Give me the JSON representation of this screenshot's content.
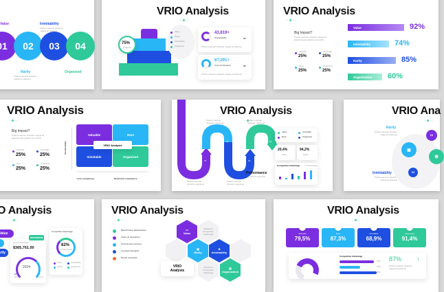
{
  "colors": {
    "purple": "#7b2ee0",
    "sky": "#29b6f6",
    "blue": "#1e4fe0",
    "teal": "#2fc99a",
    "bg": "#d9d9d9"
  },
  "slides": {
    "s1": {
      "items": [
        {
          "num": "01",
          "label": "Value",
          "color": "#7b2ee0"
        },
        {
          "num": "02",
          "label": "Rarity",
          "color": "#29b6f6"
        },
        {
          "num": "03",
          "label": "Inimitability",
          "color": "#1e4fe0"
        },
        {
          "num": "04",
          "label": "Organized",
          "color": "#2fc99a"
        }
      ],
      "desc": "Pretium aenean pharetra magna ac placerat"
    },
    "s2": {
      "title": "VRIO Analysis",
      "gauge": "75%",
      "gauge_sub": "Progress",
      "legend": [
        "Value",
        "Rarity",
        "Inimitability",
        "Organized"
      ],
      "cards": [
        {
          "value": "43,819+",
          "label": "Sustainability",
          "sub": "Performance",
          "ring": "25",
          "side": "25°",
          "desc": "Pretium aenean pharetra magna ac placerat"
        },
        {
          "value": "87,291+",
          "label": "Core Competency",
          "sub": "Performance",
          "ring": "50",
          "side": "90°",
          "desc": "Pretium aenean pharetra magna ac placerat"
        }
      ]
    },
    "s3": {
      "title": "VRIO Analysis",
      "heading": "Big Impact?",
      "desc": "Pretium aenean pharetra magna ac placerat eget gravida cum sociis",
      "stats": [
        {
          "label": "Valuable",
          "value": "25%"
        },
        {
          "label": "Inimitable",
          "value": "25%"
        },
        {
          "label": "Rare",
          "value": "25%"
        },
        {
          "label": "Organized",
          "value": "25%"
        }
      ],
      "bars": [
        {
          "label": "Value",
          "pct": "92%"
        },
        {
          "label": "Inimitability",
          "pct": "74%"
        },
        {
          "label": "Rarity",
          "pct": "85%"
        },
        {
          "label": "Organization",
          "pct": "60%"
        }
      ]
    },
    "s4": {
      "title": "VRIO Analysis",
      "heading": "Big Impact?",
      "desc": "Pretium aenean pharetra magna ac placerat eget gravida cum sociis",
      "stats": [
        {
          "label": "Valuable",
          "value": "25%"
        },
        {
          "label": "Inimitable",
          "value": "25%"
        },
        {
          "label": "Rare",
          "value": "25%"
        },
        {
          "label": "Organized",
          "value": "25%"
        }
      ],
      "matrix": [
        "Valuable",
        "Rare",
        "Inimitable",
        "Organized"
      ],
      "center": "VRIO Analysis",
      "yaxis": "Sustainability",
      "xaxis": [
        "Core competency",
        "Distinctive competency"
      ]
    },
    "s5": {
      "title": "VRIO Analysis",
      "steps": [
        "01",
        "02",
        "03",
        "04"
      ],
      "perf": "Performance",
      "perf_sub": "Sed do eiusmod",
      "desc": "Pretium aenean pharetra magna ac",
      "legend": [
        "Value",
        "Inimitable",
        "Rare",
        "Organized"
      ],
      "kpis": [
        {
          "value": "20,4%",
          "label": "Value"
        },
        {
          "value": "94,2%",
          "label": "Rarity"
        }
      ],
      "chart_title": "Competitive Advantage",
      "chart_note": "YTD average"
    },
    "s6": {
      "title": "VRIO Ana",
      "labels": [
        "Rarity",
        "Inimitability"
      ],
      "desc": "Pretium aenean pharetra magna ac placerat"
    },
    "s7": {
      "title": "O Analysis",
      "pills": [
        "Value",
        "Rarity"
      ],
      "badge": "Investment",
      "card_label": "Core Competitive",
      "amount": "$365,761.00",
      "year": "2024",
      "foot": [
        {
          "v": "67",
          "l": "Record"
        },
        {
          "v": "32",
          "l": "Record"
        }
      ],
      "ca_title": "Competitive Advantage",
      "ca_pct": "82%",
      "ca_sub": "Performance",
      "ca_legend": [
        "Value",
        "Inimitability",
        "Rarity",
        "Organized"
      ]
    },
    "s8": {
      "title": "VRIO Analysis",
      "list": [
        "Build Positive Relationships",
        "Scale Up Operations",
        "Growing and Learning",
        "Leverage Strengths",
        "Mutual ecosystem"
      ],
      "hexes": [
        "Value",
        "Rarity",
        "Inimitability",
        "Organization"
      ],
      "ghost": "Sustained Competitive Advantage",
      "center": "VRIO Analysis"
    },
    "s9": {
      "title": "VRIO Analysis",
      "tiles": [
        {
          "label": "Valuable",
          "value": "79,5%"
        },
        {
          "label": "Rare",
          "value": "87,3%"
        },
        {
          "label": "Inimitable",
          "value": "68,9%"
        },
        {
          "label": "Organized",
          "value": "91,4%"
        }
      ],
      "ca_title": "Competitive Advantage",
      "bars": [
        {
          "label": "Big Impact",
          "pct": "75%"
        },
        {
          "label": "Big Impact",
          "pct": "30%"
        },
        {
          "label": "Big Impact",
          "pct": "80%"
        }
      ],
      "big": "87%",
      "big_desc": "Pretium aenean pharetra magna ac placerat"
    }
  }
}
